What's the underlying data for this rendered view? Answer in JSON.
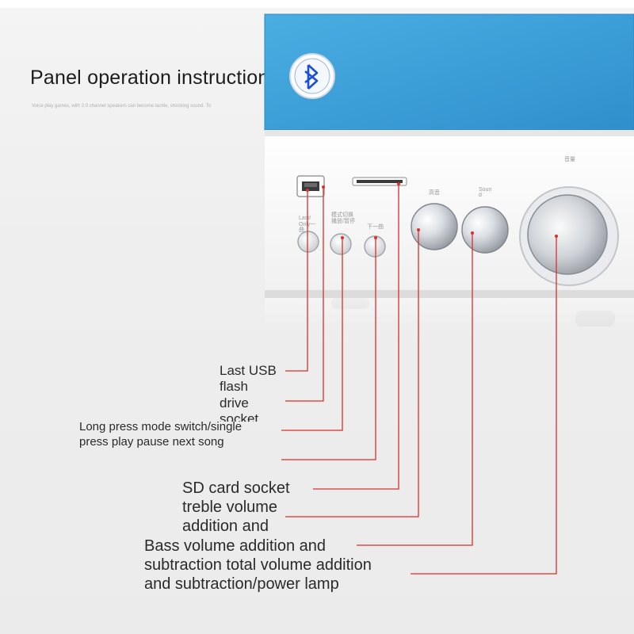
{
  "title": "Panel operation instructions",
  "subtitle": "Voice play games, with 2.0 channel speakers can become tactile, shocking sound. To",
  "bluetooth_badge": {
    "text": "Bluetooth",
    "icon": "bluetooth-icon",
    "color": "#1a4fd8"
  },
  "colors": {
    "speaker_fabric": "#3ea0d8",
    "leader_line": "#d9302a",
    "panel": "#f7f7f7"
  },
  "panel_labels": {
    "last_button": "Last/ Only一曲",
    "mode_button": "模式切换 播放/暂停",
    "next_button": "下一曲",
    "treble_knob": "高音",
    "sound_knob": "Soun d",
    "volume_knob": "音量"
  },
  "callouts": {
    "usb": [
      "Last USB",
      "flash",
      "drive",
      "socket"
    ],
    "mode": [
      "Long press mode switch/single",
      "press play pause next song"
    ],
    "sd": [
      "SD card socket",
      "treble volume",
      "addition and"
    ],
    "bass": [
      "Bass volume addition and",
      "subtraction total volume addition",
      "and subtraction/power lamp"
    ]
  }
}
